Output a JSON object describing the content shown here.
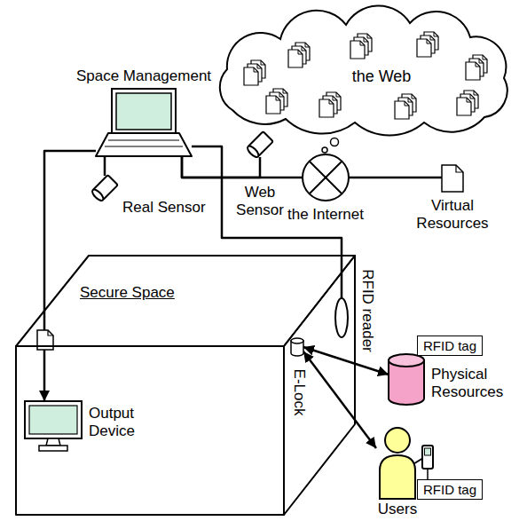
{
  "diagram": {
    "nodes": [
      {
        "text": [
          "the Web"
        ]
      },
      {
        "text": [
          "Web Sensor"
        ]
      },
      {
        "text": [
          "Space Management"
        ]
      },
      {
        "text": [
          "the Internet"
        ]
      },
      {
        "text": [
          "Virtual Resources"
        ]
      },
      {
        "text": [
          "Secure Space"
        ]
      },
      {
        "text": [
          "Real Sensor"
        ]
      },
      {
        "text": [
          "Output Device"
        ],
        "in": 5
      },
      {
        "text": [
          "E-Lock"
        ],
        "in": 5
      },
      {
        "text": [
          "RFID reader"
        ],
        "in": 5
      },
      {
        "text": [
          "Physical Resources"
        ]
      },
      {
        "text": [
          "RFID tag"
        ]
      },
      {
        "text": [
          "Users"
        ]
      },
      {
        "text": [
          "RFID tag"
        ]
      }
    ],
    "edges": [
      {
        "from": 2,
        "to": 1,
        "arrow": "none"
      },
      {
        "from": 2,
        "to": 3,
        "arrow": "none"
      },
      {
        "from": 3,
        "to": 4,
        "arrow": "none"
      },
      {
        "from": 2,
        "to": 6,
        "arrow": "none"
      },
      {
        "from": 2,
        "to": 9,
        "arrow": "none"
      },
      {
        "from": 2,
        "to": 7,
        "arrow": "to"
      },
      {
        "from": 8,
        "to": 10,
        "arrow": "both"
      },
      {
        "from": 8,
        "to": 12,
        "arrow": "both"
      }
    ]
  }
}
